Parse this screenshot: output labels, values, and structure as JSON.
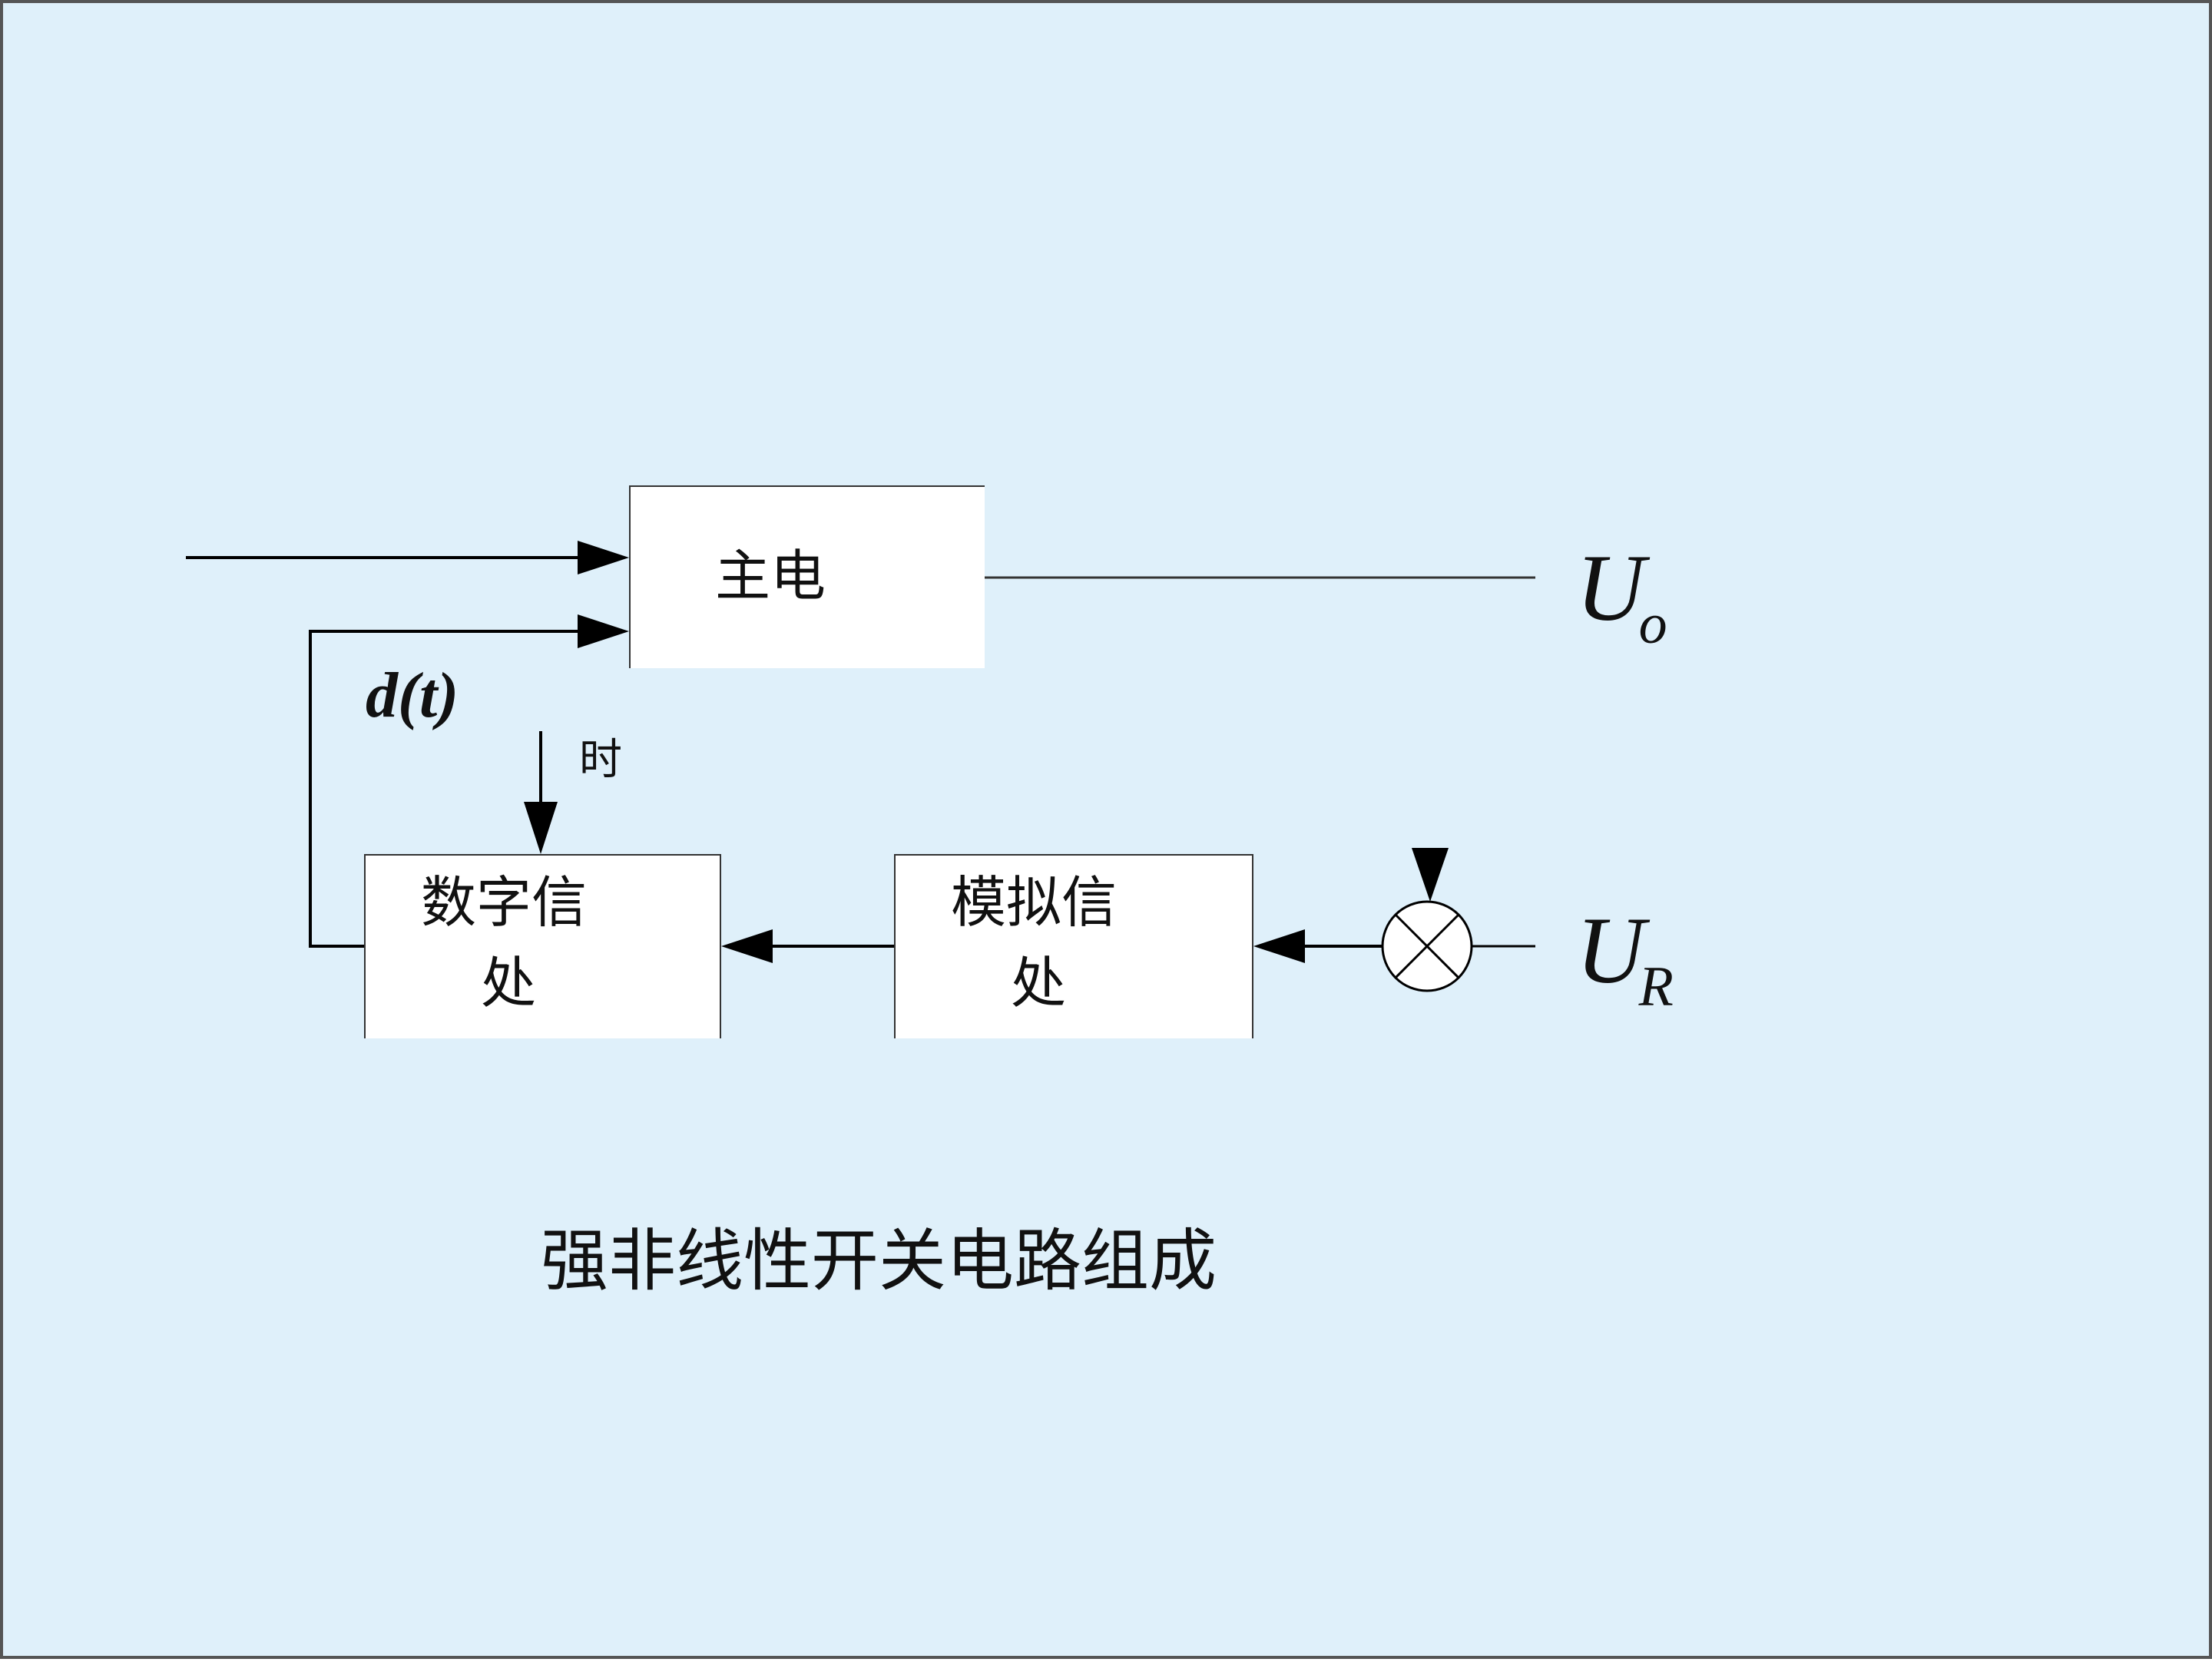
{
  "diagram": {
    "blocks": {
      "main_circuit": "主电",
      "digital_processing_line1": "数字信",
      "digital_processing_line2": "处",
      "analog_processing_line1": "模拟信",
      "analog_processing_line2": "处"
    },
    "signals": {
      "output_symbol": "U",
      "output_subscript": "o",
      "reference_symbol": "U",
      "reference_subscript": "R",
      "control_symbol": "d(t)",
      "clock_label": "时"
    },
    "caption": "强非线性开关电路组成"
  },
  "colors": {
    "background": "#dff0fa",
    "block_fill": "#ffffff",
    "line": "#000000",
    "frame": "#555555"
  }
}
